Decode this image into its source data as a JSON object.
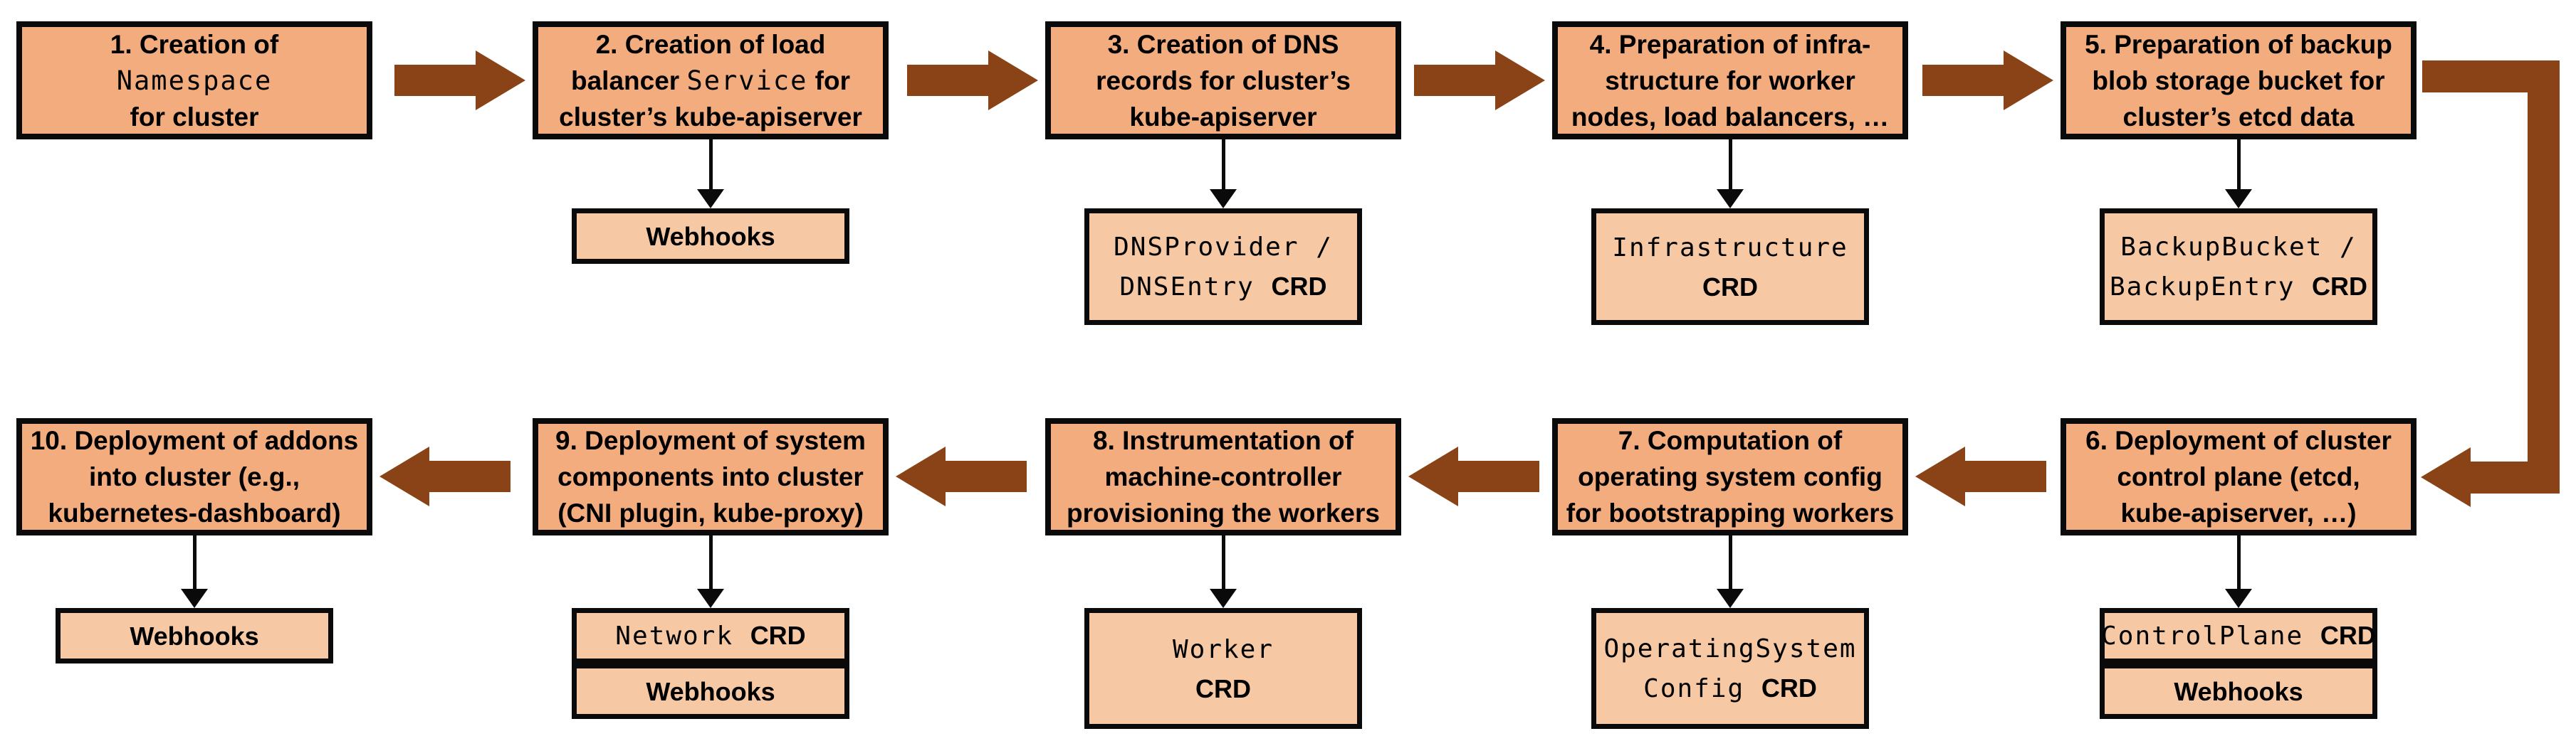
{
  "palette": {
    "main_box_fill": "#F3AC7E",
    "sub_box_fill": "#F7C8A4",
    "arrow_brown": "#8A4317",
    "border_black": "#0a0a0a",
    "background": "#ffffff"
  },
  "flow": {
    "steps": [
      {
        "id": 1,
        "row": 1,
        "col": 0,
        "lines": [
          [
            {
              "t": "1. Creation of",
              "f": "sans"
            }
          ],
          [
            {
              "t": "Namespace",
              "f": "mono"
            }
          ],
          [
            {
              "t": "for cluster",
              "f": "sans"
            }
          ]
        ],
        "children": []
      },
      {
        "id": 2,
        "row": 1,
        "col": 1,
        "lines": [
          [
            {
              "t": "2. Creation of load",
              "f": "sans"
            }
          ],
          [
            {
              "t": "balancer ",
              "f": "sans"
            },
            {
              "t": "Service",
              "f": "mono"
            },
            {
              "t": " for",
              "f": "sans"
            }
          ],
          [
            {
              "t": "cluster’s kube-apiserver",
              "f": "sans"
            }
          ]
        ],
        "children": [
          {
            "name": "webhooks-box",
            "kind": "short",
            "lines": [
              [
                {
                  "t": "Webhooks",
                  "f": "sans"
                }
              ]
            ]
          }
        ]
      },
      {
        "id": 3,
        "row": 1,
        "col": 2,
        "lines": [
          [
            {
              "t": "3. Creation of DNS",
              "f": "sans"
            }
          ],
          [
            {
              "t": "records for cluster’s",
              "f": "sans"
            }
          ],
          [
            {
              "t": "kube-apiserver",
              "f": "sans"
            }
          ]
        ],
        "children": [
          {
            "name": "dnsprovider-dnsentry-crd-box",
            "kind": "tall",
            "lines": [
              [
                {
                  "t": "DNSProvider /",
                  "f": "mono"
                }
              ],
              [
                {
                  "t": "DNSEntry ",
                  "f": "mono"
                },
                {
                  "t": "CRD",
                  "f": "sans"
                }
              ]
            ]
          }
        ]
      },
      {
        "id": 4,
        "row": 1,
        "col": 3,
        "lines": [
          [
            {
              "t": "4. Preparation of infra-",
              "f": "sans"
            }
          ],
          [
            {
              "t": "structure for worker",
              "f": "sans"
            }
          ],
          [
            {
              "t": "nodes, load balancers, …",
              "f": "sans"
            }
          ]
        ],
        "children": [
          {
            "name": "infrastructure-crd-box",
            "kind": "tall",
            "lines": [
              [
                {
                  "t": "Infrastructure",
                  "f": "mono"
                }
              ],
              [
                {
                  "t": "CRD",
                  "f": "sans"
                }
              ]
            ]
          }
        ]
      },
      {
        "id": 5,
        "row": 1,
        "col": 4,
        "lines": [
          [
            {
              "t": "5. Preparation of backup",
              "f": "sans"
            }
          ],
          [
            {
              "t": "blob storage bucket for",
              "f": "sans"
            }
          ],
          [
            {
              "t": "cluster’s etcd data",
              "f": "sans"
            }
          ]
        ],
        "children": [
          {
            "name": "backupbucket-backupentry-crd-box",
            "kind": "tall",
            "lines": [
              [
                {
                  "t": "BackupBucket /",
                  "f": "mono"
                }
              ],
              [
                {
                  "t": "BackupEntry ",
                  "f": "mono"
                },
                {
                  "t": "CRD",
                  "f": "sans"
                }
              ]
            ]
          }
        ]
      },
      {
        "id": 6,
        "row": 2,
        "col": 4,
        "lines": [
          [
            {
              "t": "6. Deployment of cluster",
              "f": "sans"
            }
          ],
          [
            {
              "t": "control plane (etcd,",
              "f": "sans"
            }
          ],
          [
            {
              "t": "kube-apiserver, …)",
              "f": "sans"
            }
          ]
        ],
        "children": [
          {
            "name": "controlplane-crd-box",
            "kind": "short",
            "lines": [
              [
                {
                  "t": "ControlPlane ",
                  "f": "mono"
                },
                {
                  "t": "CRD",
                  "f": "sans"
                }
              ]
            ]
          },
          {
            "name": "webhooks-box",
            "kind": "short",
            "lines": [
              [
                {
                  "t": "Webhooks",
                  "f": "sans"
                }
              ]
            ]
          }
        ]
      },
      {
        "id": 7,
        "row": 2,
        "col": 3,
        "lines": [
          [
            {
              "t": "7. Computation of",
              "f": "sans"
            }
          ],
          [
            {
              "t": "operating system config",
              "f": "sans"
            }
          ],
          [
            {
              "t": "for bootstrapping workers",
              "f": "sans"
            }
          ]
        ],
        "children": [
          {
            "name": "operatingsystemconfig-crd-box",
            "kind": "tall",
            "lines": [
              [
                {
                  "t": "OperatingSystem",
                  "f": "mono"
                }
              ],
              [
                {
                  "t": "Config ",
                  "f": "mono"
                },
                {
                  "t": "CRD",
                  "f": "sans"
                }
              ]
            ]
          }
        ]
      },
      {
        "id": 8,
        "row": 2,
        "col": 2,
        "lines": [
          [
            {
              "t": "8. Instrumentation of",
              "f": "sans"
            }
          ],
          [
            {
              "t": "machine-controller",
              "f": "sans"
            }
          ],
          [
            {
              "t": "provisioning the workers",
              "f": "sans"
            }
          ]
        ],
        "children": [
          {
            "name": "worker-crd-box",
            "kind": "tall",
            "lines": [
              [
                {
                  "t": "Worker",
                  "f": "mono"
                }
              ],
              [
                {
                  "t": "CRD",
                  "f": "sans"
                }
              ]
            ]
          }
        ]
      },
      {
        "id": 9,
        "row": 2,
        "col": 1,
        "lines": [
          [
            {
              "t": "9. Deployment of system",
              "f": "sans"
            }
          ],
          [
            {
              "t": "components into cluster",
              "f": "sans"
            }
          ],
          [
            {
              "t": "(CNI plugin, kube-proxy)",
              "f": "sans"
            }
          ]
        ],
        "children": [
          {
            "name": "network-crd-box",
            "kind": "short",
            "lines": [
              [
                {
                  "t": "Network ",
                  "f": "mono"
                },
                {
                  "t": "CRD",
                  "f": "sans"
                }
              ]
            ]
          },
          {
            "name": "webhooks-box",
            "kind": "short",
            "lines": [
              [
                {
                  "t": "Webhooks",
                  "f": "sans"
                }
              ]
            ]
          }
        ]
      },
      {
        "id": 10,
        "row": 2,
        "col": 0,
        "lines": [
          [
            {
              "t": "10. Deployment of addons",
              "f": "sans"
            }
          ],
          [
            {
              "t": "into cluster (e.g.,",
              "f": "sans"
            }
          ],
          [
            {
              "t": "kubernetes-dashboard)",
              "f": "sans"
            }
          ]
        ],
        "children": [
          {
            "name": "webhooks-box",
            "kind": "short",
            "lines": [
              [
                {
                  "t": "Webhooks",
                  "f": "sans"
                }
              ]
            ]
          }
        ]
      }
    ],
    "edges": [
      {
        "from": 1,
        "to": 2,
        "direction": "right"
      },
      {
        "from": 2,
        "to": 3,
        "direction": "right"
      },
      {
        "from": 3,
        "to": 4,
        "direction": "right"
      },
      {
        "from": 4,
        "to": 5,
        "direction": "right"
      },
      {
        "from": 5,
        "to": 6,
        "direction": "elbow-right-down-left"
      },
      {
        "from": 6,
        "to": 7,
        "direction": "left"
      },
      {
        "from": 7,
        "to": 8,
        "direction": "left"
      },
      {
        "from": 8,
        "to": 9,
        "direction": "left"
      },
      {
        "from": 9,
        "to": 10,
        "direction": "left"
      }
    ]
  }
}
